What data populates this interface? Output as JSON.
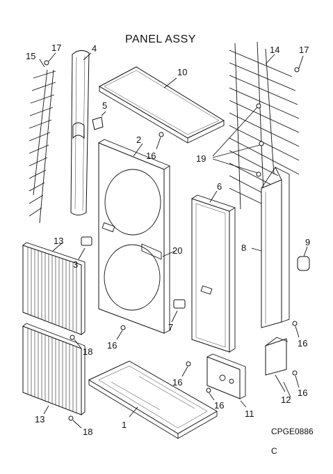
{
  "title": "PANEL ASSY",
  "drawing_code": "CPGE0886",
  "revision": "C",
  "callouts": [
    "1",
    "2",
    "3",
    "4",
    "5",
    "6",
    "7",
    "8",
    "9",
    "10",
    "11",
    "12",
    "13",
    "13",
    "14",
    "15",
    "16",
    "16",
    "16",
    "16",
    "16",
    "16",
    "17",
    "17",
    "18",
    "18",
    "19",
    "20"
  ]
}
